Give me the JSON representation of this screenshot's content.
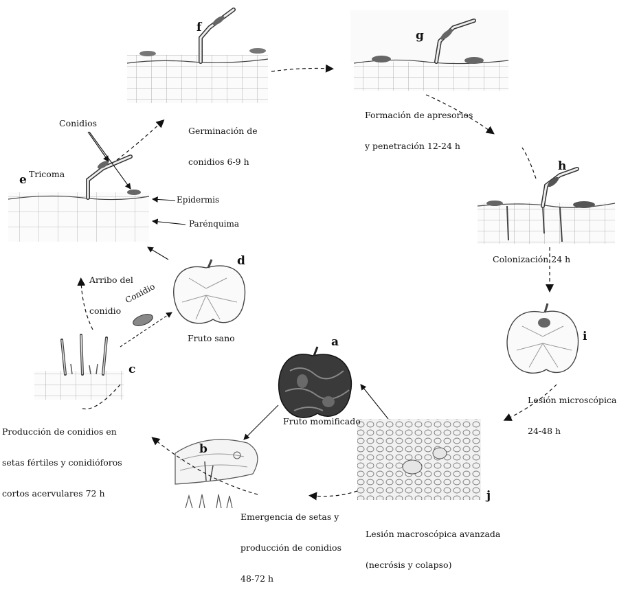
{
  "stages": {
    "a": {
      "letter": "a",
      "caption": "Fruto momificado"
    },
    "b": {
      "letter": "b",
      "caption_lines": [
        "Emergencia de setas y",
        "producción de conidios",
        "48-72 h"
      ]
    },
    "c": {
      "letter": "c",
      "caption_lines": [
        "Producción de conidios en",
        "setas fértiles y conidióforos",
        "cortos acervulares 72 h"
      ]
    },
    "d": {
      "letter": "d",
      "caption": "Fruto sano"
    },
    "e": {
      "letter": "e",
      "caption_lines": [
        "Arribo del",
        "conidio"
      ]
    },
    "f": {
      "letter": "f",
      "caption_lines": [
        "Germinación de",
        "conidios 6-9 h"
      ]
    },
    "g": {
      "letter": "g",
      "caption_lines": [
        "Formación de apresorios",
        "y penetración 12-24 h"
      ]
    },
    "h": {
      "letter": "h",
      "caption": "Colonización 24 h"
    },
    "i": {
      "letter": "i",
      "caption_lines": [
        "Lesión microscópica",
        "24-48 h"
      ]
    },
    "j": {
      "letter": "j",
      "caption_lines": [
        "Lesión macroscópica avanzada",
        "(necrósis y colapso)"
      ]
    }
  },
  "labels": {
    "conidios": "Conidios",
    "tricoma": "Tricoma",
    "epidermis": "Epidermis",
    "parenquima": "Parénquima",
    "conidio": "Conidio"
  }
}
